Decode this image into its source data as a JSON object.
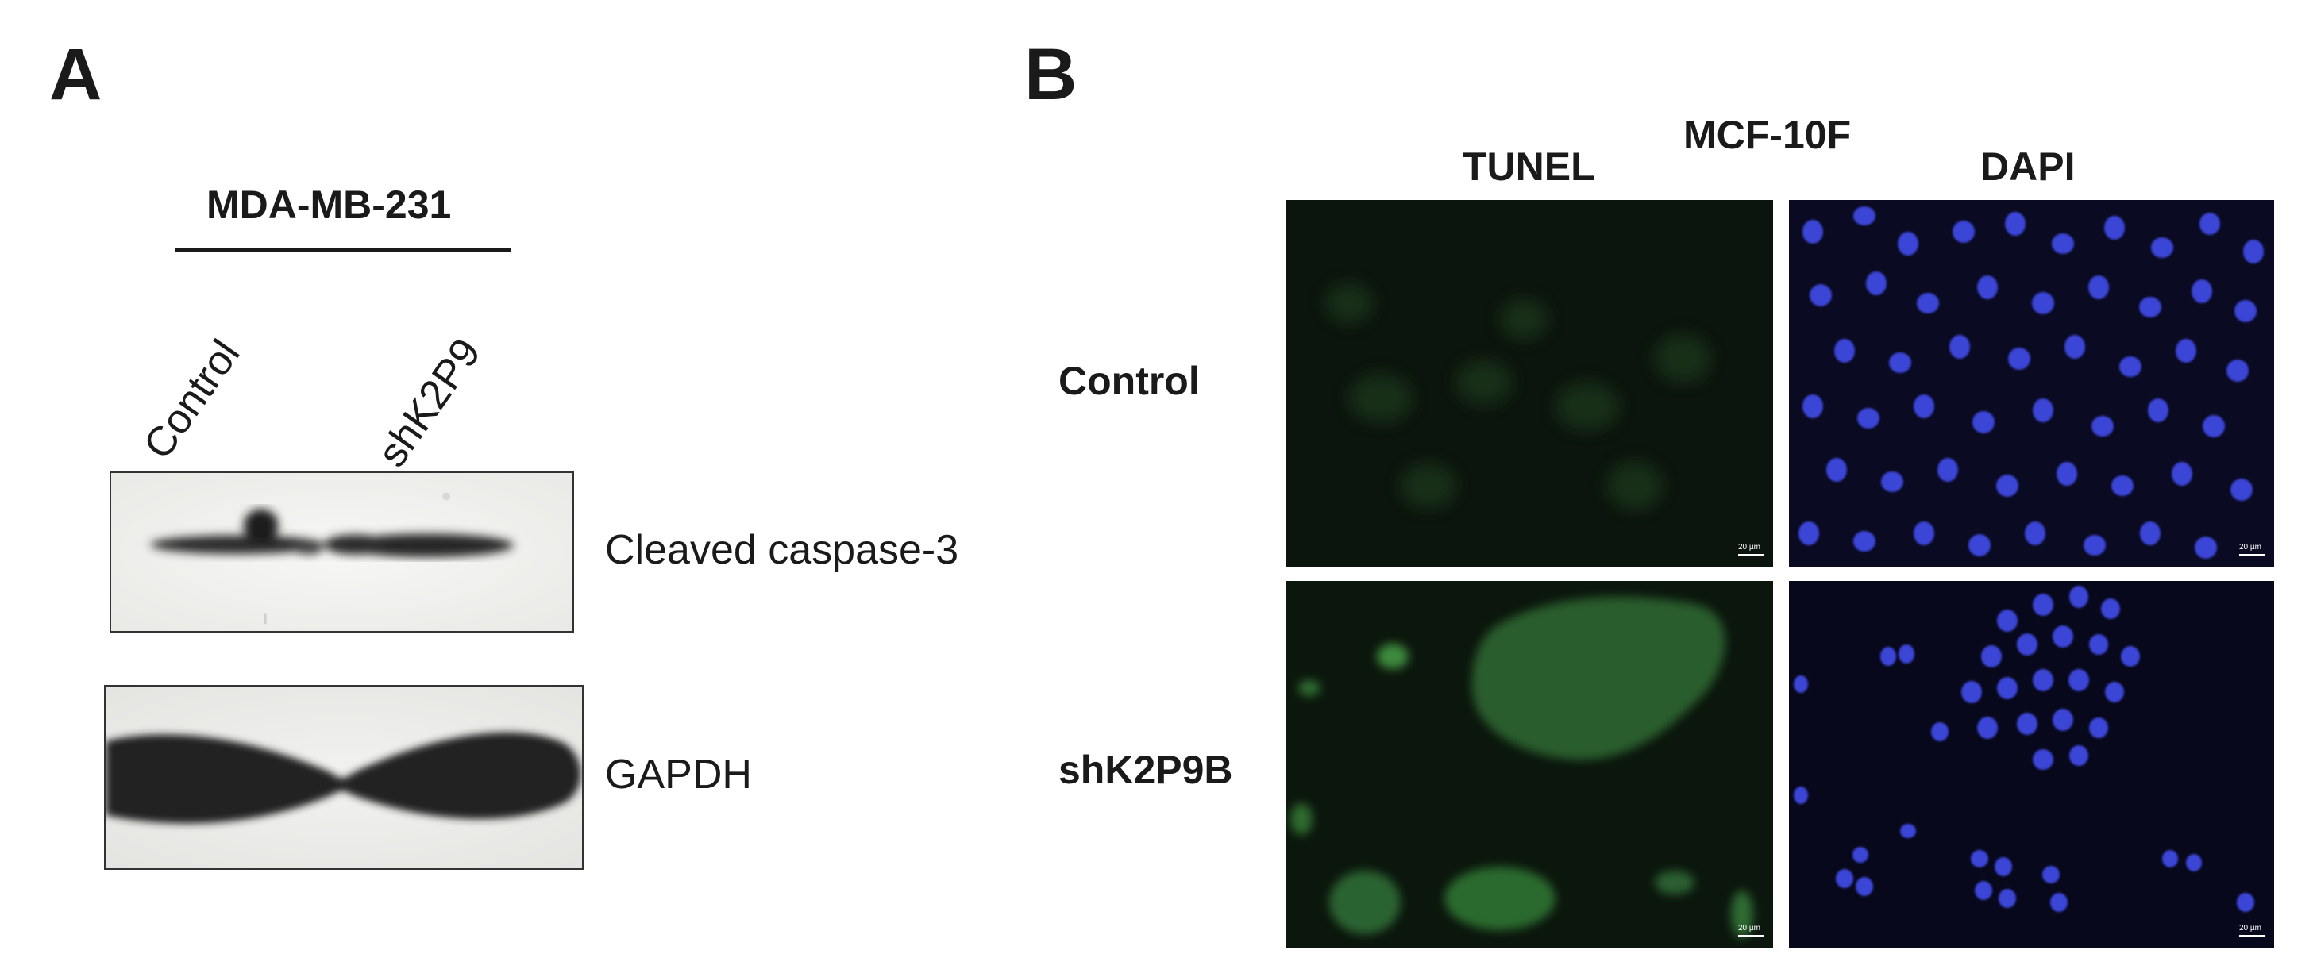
{
  "panel_a": {
    "letter": "A",
    "cell_line": "MDA-MB-231",
    "lanes": [
      "Control",
      "shK2P9"
    ],
    "bands": [
      "Cleaved caspase-3",
      "GAPDH"
    ]
  },
  "panel_b": {
    "letter": "B",
    "cell_line": "MCF-10F",
    "columns": [
      "TUNEL",
      "DAPI"
    ],
    "rows": [
      "Control",
      "shK2P9B"
    ],
    "scale_bar": "20 µm"
  },
  "colors": {
    "tunel_background": "#0b140c",
    "tunel_signal": "#3f8a3f",
    "dapi_background": "#0a0a1e",
    "dapi_nuclei": "#3b46d8",
    "blot_band": "#222222",
    "blot_background": "#f4f4f2"
  }
}
